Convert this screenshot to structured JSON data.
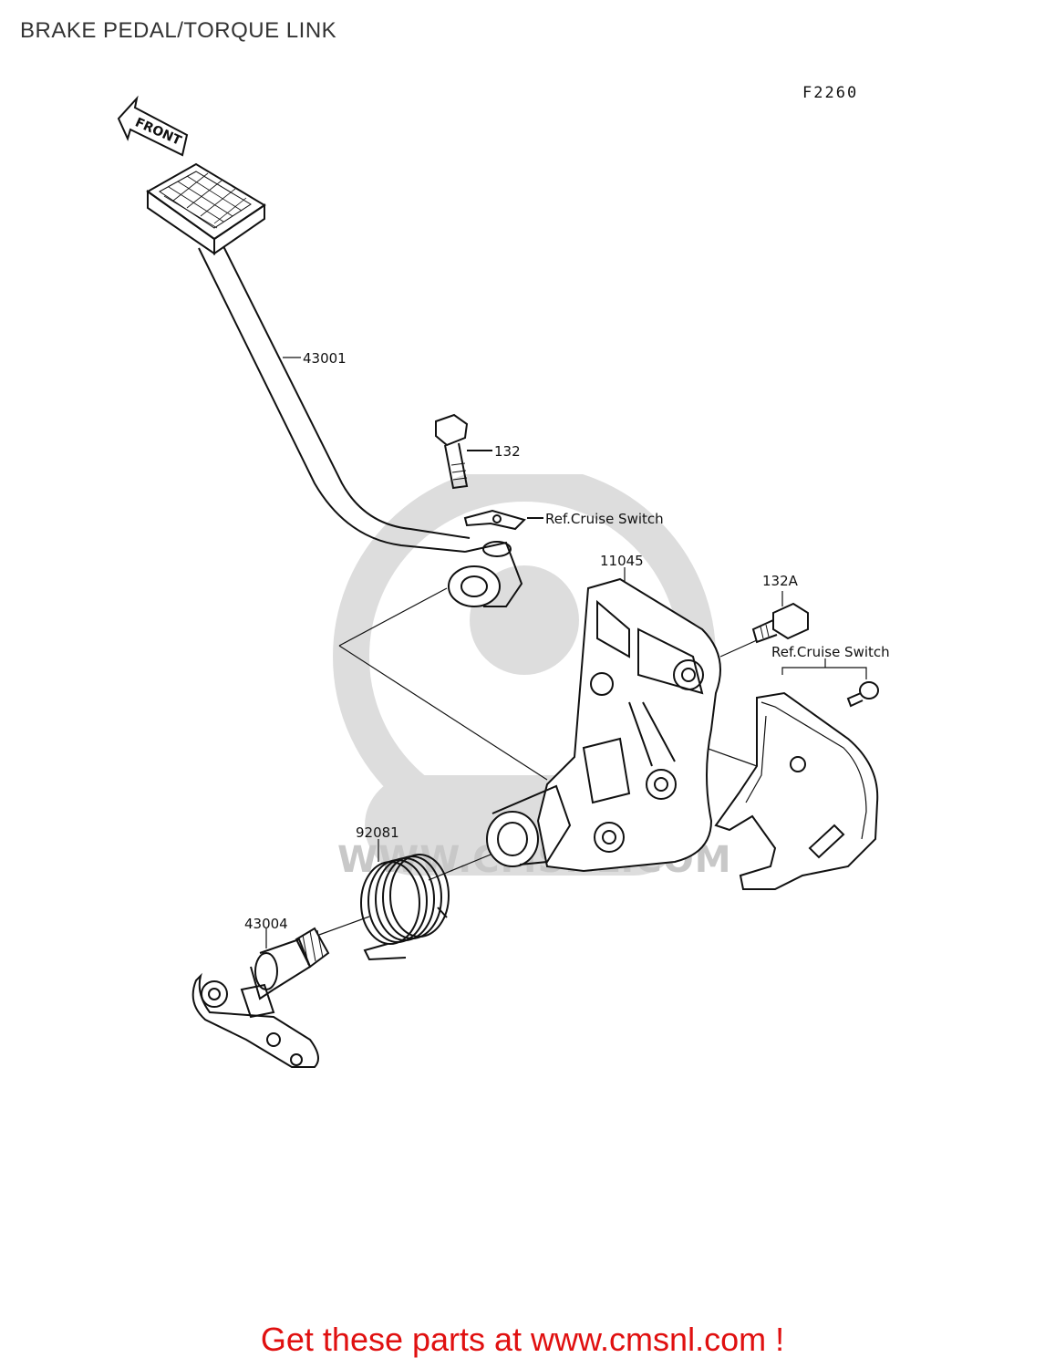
{
  "header": {
    "title": "BRAKE PEDAL/TORQUE LINK",
    "figure_code": "F2260"
  },
  "diagram": {
    "front_arrow": "FRONT",
    "callouts": [
      {
        "id": "43001",
        "label": "43001"
      },
      {
        "id": "132",
        "label": "132"
      },
      {
        "id": "ref-cruise-1",
        "label": "Ref.Cruise Switch"
      },
      {
        "id": "11045",
        "label": "11045"
      },
      {
        "id": "132A",
        "label": "132A"
      },
      {
        "id": "ref-cruise-2",
        "label": "Ref.Cruise Switch"
      },
      {
        "id": "92081",
        "label": "92081"
      },
      {
        "id": "43004",
        "label": "43004"
      }
    ],
    "watermark_text": "WWW.CMSNL.COM"
  },
  "footer": {
    "promo": "Get these parts at www.cmsnl.com !",
    "promo_color": "#e01010"
  }
}
